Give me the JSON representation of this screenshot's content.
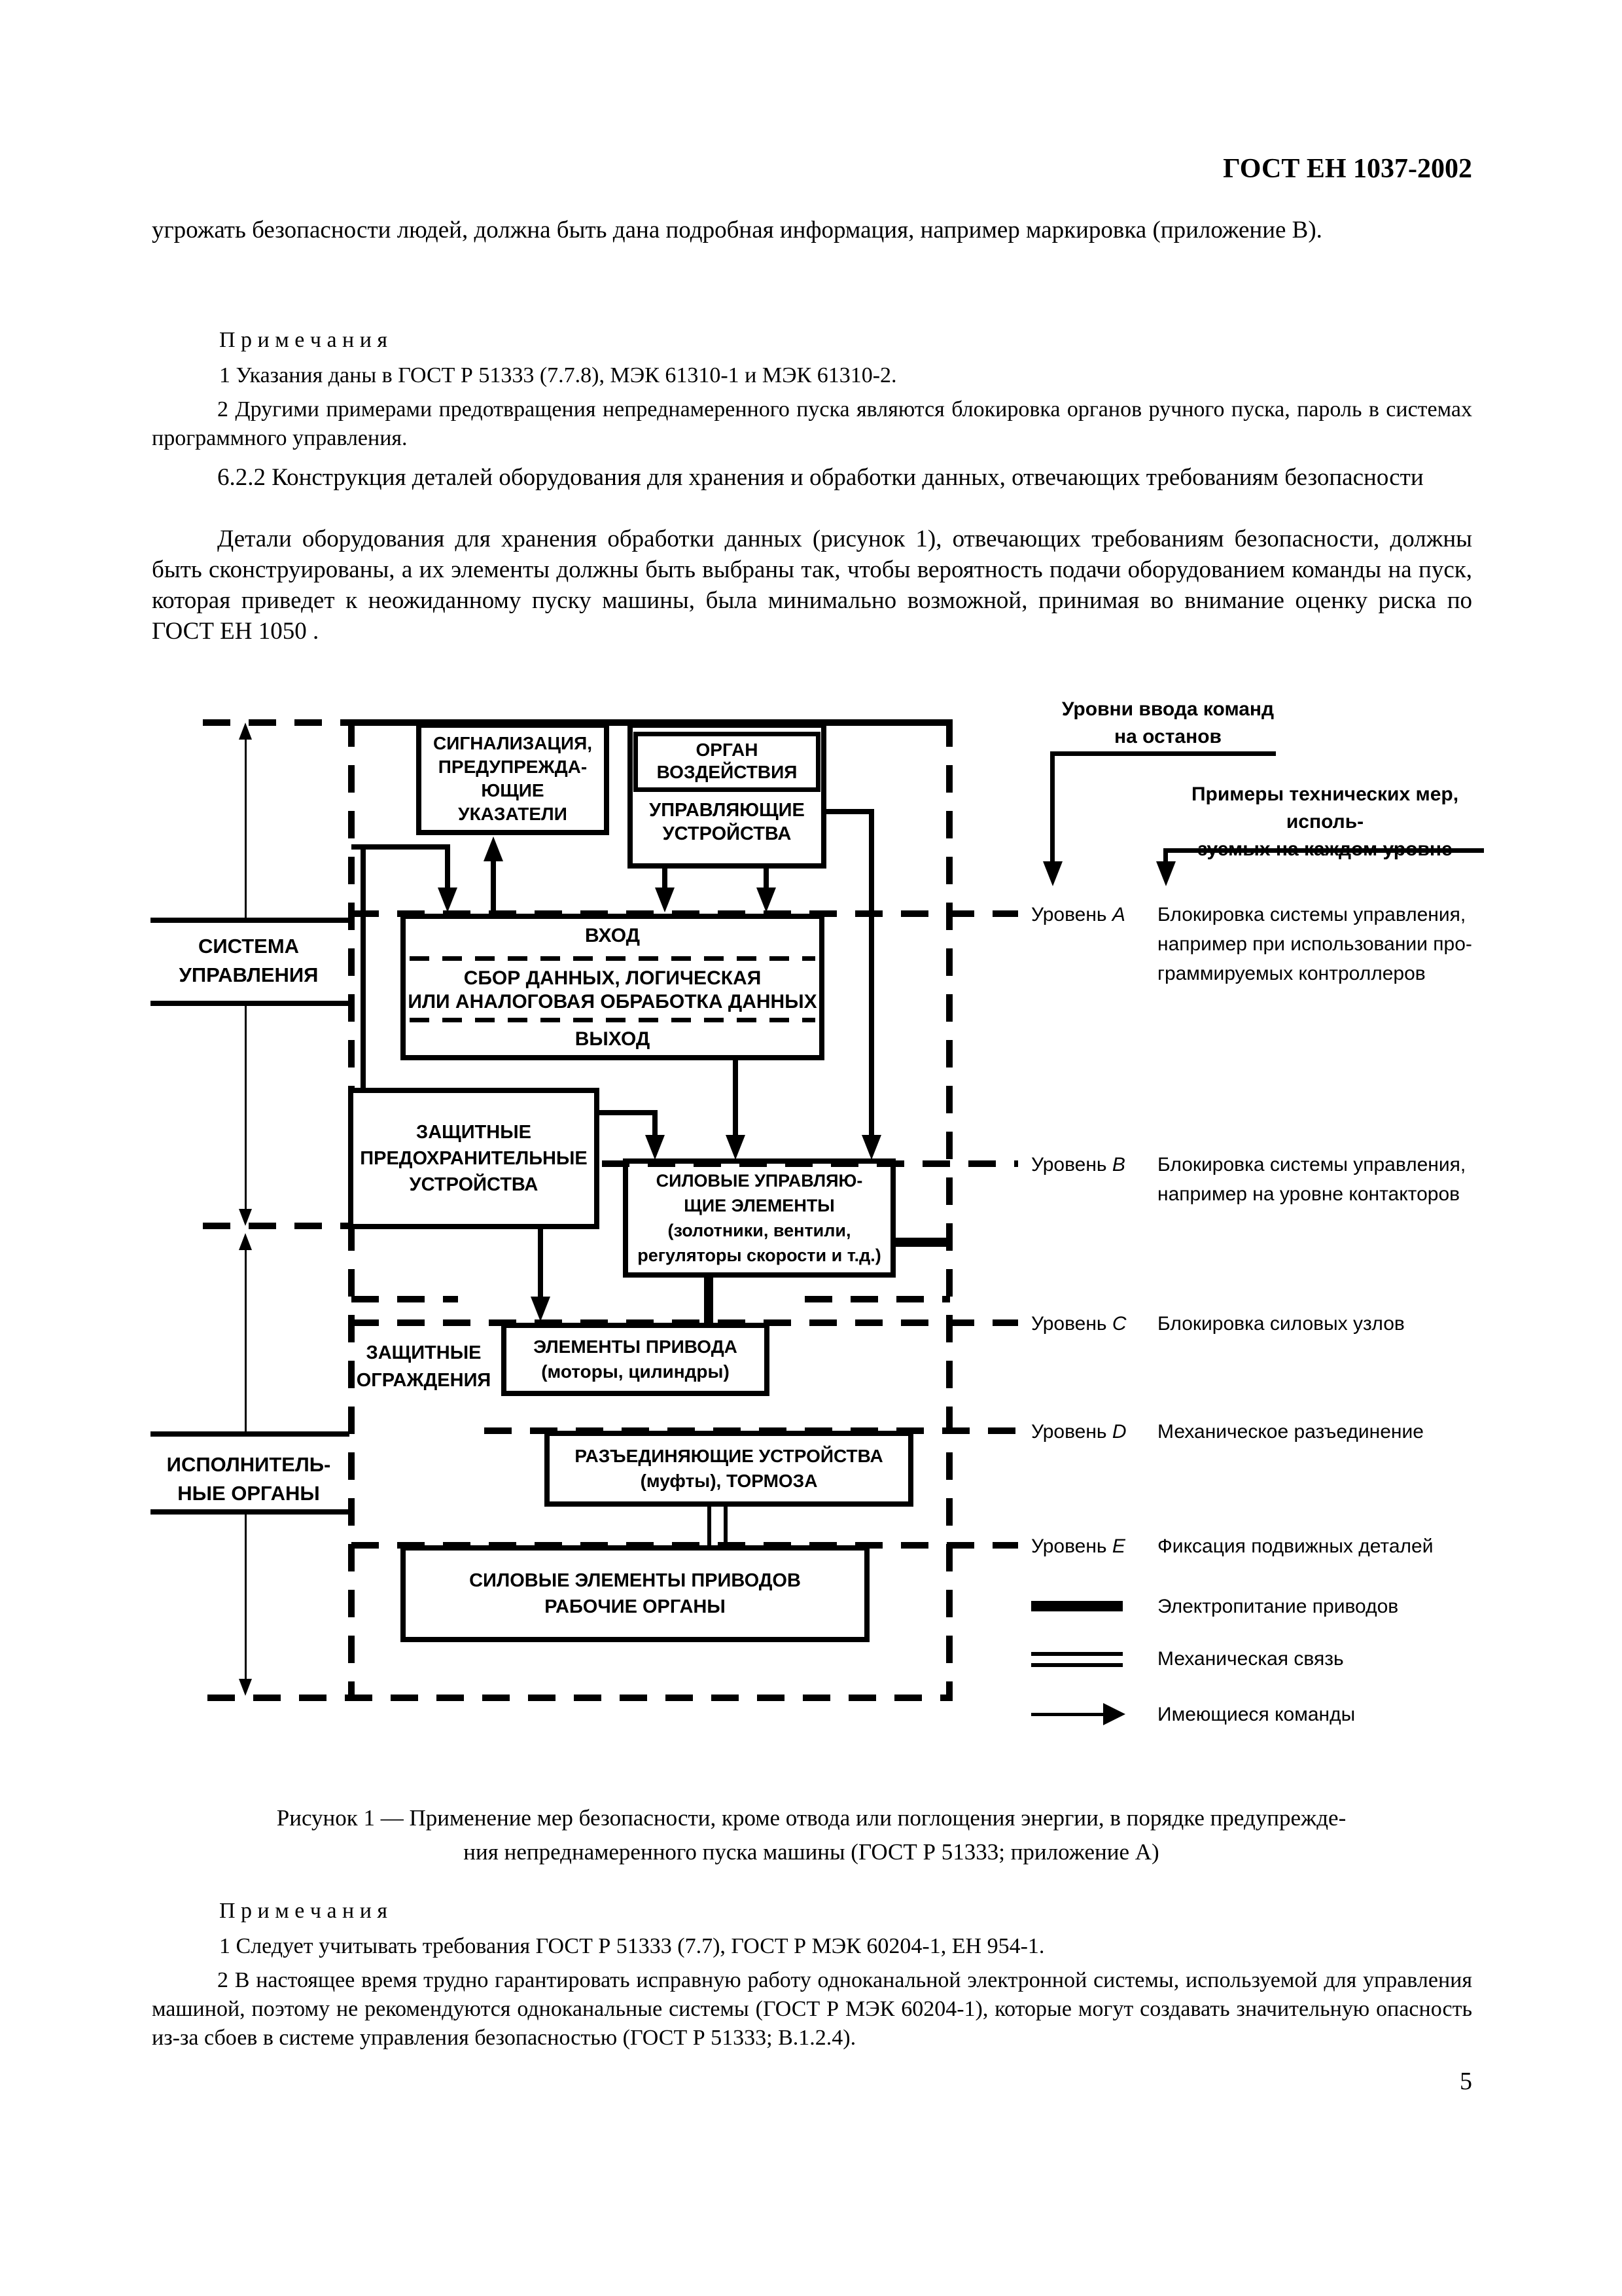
{
  "page": {
    "header": "ГОСТ ЕН 1037-2002",
    "number": "5"
  },
  "intro": {
    "p1": "угрожать безопасности людей, должна быть дана подробная информация, например маркировка (приложение В).",
    "notes_title": "П р и м е ч а н и я",
    "note1": "1 Указания даны в ГОСТ Р 51333 (7.7.8), МЭК 61310-1 и МЭК 61310-2.",
    "note2": "2 Другими примерами предотвращения непреднамеренного пуска являются блокировка органов ручного пуска, пароль в системах программного управления.",
    "s622_title": "6.2.2 Конструкция деталей оборудования для хранения и обработки данных, отвечающих требованиям безопасности",
    "s622_body": "Детали оборудования для хранения обработки данных (рисунок 1), отвечающих требованиям безопасности, должны быть сконструированы, а их элементы должны быть выбраны так, чтобы вероятность подачи оборудованием команды на пуск, которая приведет к неожиданному пуску машины, была минимально возможной, принимая во внимание оценку риска по ГОСТ ЕН 1050 ."
  },
  "diagram": {
    "boxes": {
      "signal": [
        "СИГНАЛИЗАЦИЯ,",
        "ПРЕДУПРЕЖДА-",
        "ЮЩИЕ",
        "УКАЗАТЕЛИ"
      ],
      "organ": [
        "ОРГАН",
        "ВОЗДЕЙСТВИЯ"
      ],
      "control": [
        "УПРАВЛЯЮЩИЕ",
        "УСТРОЙСТВА"
      ],
      "input": "ВХОД",
      "processing": [
        "СБОР ДАННЫХ, ЛОГИЧЕСКАЯ",
        "ИЛИ АНАЛОГОВАЯ ОБРАБОТКА ДАННЫХ"
      ],
      "output": "ВЫХОД",
      "guards": [
        "ЗАЩИТНЫЕ",
        "ПРЕДОХРАНИТЕЛЬНЫЕ",
        "УСТРОЙСТВА"
      ],
      "power_control": [
        "СИЛОВЫЕ УПРАВЛЯЮ-",
        "ЩИЕ ЭЛЕМЕНТЫ",
        "(золотники, вентили,",
        "регуляторы скорости и т.д.)"
      ],
      "drive": [
        "ЭЛЕМЕНТЫ ПРИВОДА",
        "(моторы, цилиндры)"
      ],
      "disconnect": [
        "РАЗЪЕДИНЯЮЩИЕ УСТРОЙСТВА",
        "(муфты), ТОРМОЗА"
      ],
      "power_elements": [
        "СИЛОВЫЕ ЭЛЕМЕНТЫ ПРИВОДОВ",
        "РАБОЧИЕ ОРГАНЫ"
      ]
    },
    "side_labels": {
      "control_system": [
        "СИСТЕМА",
        "УПРАВЛЕНИЯ"
      ],
      "actuators": [
        "ИСПОЛНИТЕЛЬ-",
        "НЫЕ ОРГАНЫ"
      ],
      "guard_fence": [
        "ЗАЩИТНЫЕ",
        "ОГРАЖДЕНИЯ"
      ]
    },
    "annotations": {
      "stop_levels": [
        "Уровни ввода команд",
        "на останов"
      ],
      "examples": [
        "Примеры технических мер, исполь-",
        "зуемых на каждом уровне"
      ]
    },
    "levels": [
      {
        "name": "Уровень",
        "letter": "A",
        "desc": [
          "Блокировка системы управления,",
          "например при использовании про-",
          "граммируемых контроллеров"
        ]
      },
      {
        "name": "Уровень",
        "letter": "B",
        "desc": [
          "Блокировка системы управления,",
          "например на уровне контакторов"
        ]
      },
      {
        "name": "Уровень",
        "letter": "C",
        "desc": [
          "Блокировка силовых узлов"
        ]
      },
      {
        "name": "Уровень",
        "letter": "D",
        "desc": [
          "Механическое разъединение"
        ]
      },
      {
        "name": "Уровень",
        "letter": "E",
        "desc": [
          "Фиксация подвижных деталей"
        ]
      }
    ],
    "legend": [
      {
        "symbol": "power-line",
        "label": "Электропитание приводов"
      },
      {
        "symbol": "mechanical-link",
        "label": "Механическая связь"
      },
      {
        "symbol": "command-arrow",
        "label": "Имеющиеся команды"
      }
    ]
  },
  "caption": [
    "Рисунок 1 — Применение мер безопасности, кроме отвода или поглощения энергии, в порядке предупрежде-",
    "ния непреднамеренного пуска машины (ГОСТ Р 51333; приложение А)"
  ],
  "notes_bottom": {
    "title": "П р и м е ч а н и я",
    "note1": "1 Следует учитывать требования ГОСТ Р 51333 (7.7), ГОСТ Р МЭК 60204-1, ЕН 954-1.",
    "note2": "2 В настоящее время трудно гарантировать исправную работу одноканальной электронной системы, используемой для управления машиной, поэтому не рекомендуются одноканальные системы (ГОСТ Р МЭК 60204-1), которые могут создавать значительную опасность из-за сбоев в системе управления безопасностью (ГОСТ Р 51333; В.1.2.4)."
  }
}
